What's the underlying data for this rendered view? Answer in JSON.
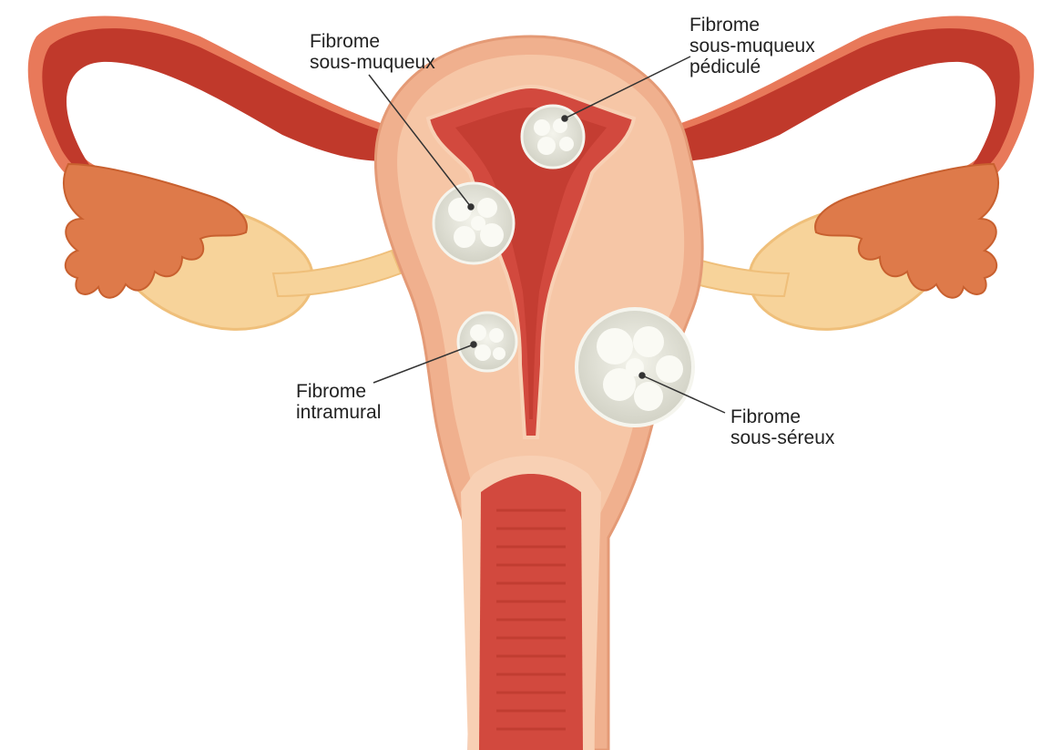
{
  "diagram": {
    "labels": {
      "submucous": [
        "Fibrome",
        "sous-muqueux"
      ],
      "pedunculated": [
        "Fibrome",
        "sous-muqueux",
        "pédiculé"
      ],
      "intramural": [
        "Fibrome",
        "intramural"
      ],
      "subserosal": [
        "Fibrome",
        "sous-séreux"
      ]
    },
    "colors": {
      "outer_tissue": "#f0b08e",
      "tissue_light": "#f6c6a6",
      "cavity": "#d2493e",
      "cavity_dark": "#b83328",
      "tube_dark": "#c0392b",
      "tube_light": "#e8795a",
      "fimbriae": "#de7a4a",
      "ovary": "#f7d39a",
      "fibroid": "#e6e6dc",
      "fibroid_nodule": "#fafaf4",
      "leader_line": "#333333"
    }
  }
}
